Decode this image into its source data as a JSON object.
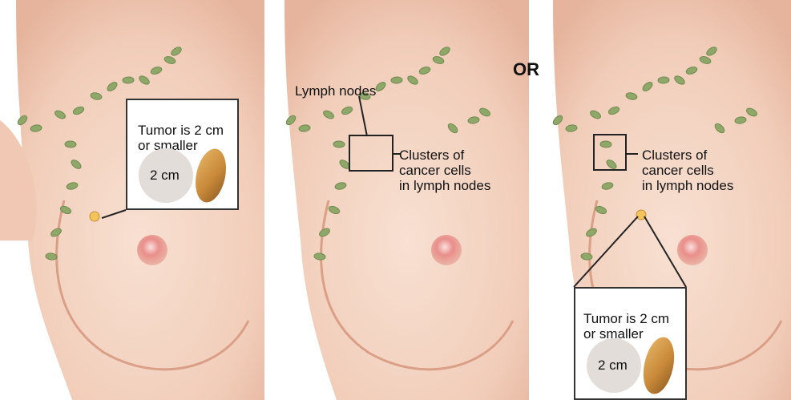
{
  "panels": [
    {
      "tumor_callout": {
        "line1": "Tumor is 2 cm",
        "line2": "or smaller",
        "size": "2 cm"
      }
    },
    {
      "lymph_label": "Lymph nodes",
      "cluster_label": {
        "line1": "Clusters of",
        "line2": "cancer cells",
        "line3": "in lymph nodes"
      }
    },
    {
      "cluster_label": {
        "line1": "Clusters of",
        "line2": "cancer cells",
        "line3": "in lymph nodes"
      },
      "tumor_callout": {
        "line1": "Tumor is 2 cm",
        "line2": "or smaller",
        "size": "2 cm"
      }
    }
  ],
  "separator": "OR",
  "colors": {
    "skin": "#f4d4c4",
    "skin_shade": "#e9b9a3",
    "node": "#8fa86a",
    "nipple": "#e79a95",
    "tumor": "#f2c55a"
  }
}
